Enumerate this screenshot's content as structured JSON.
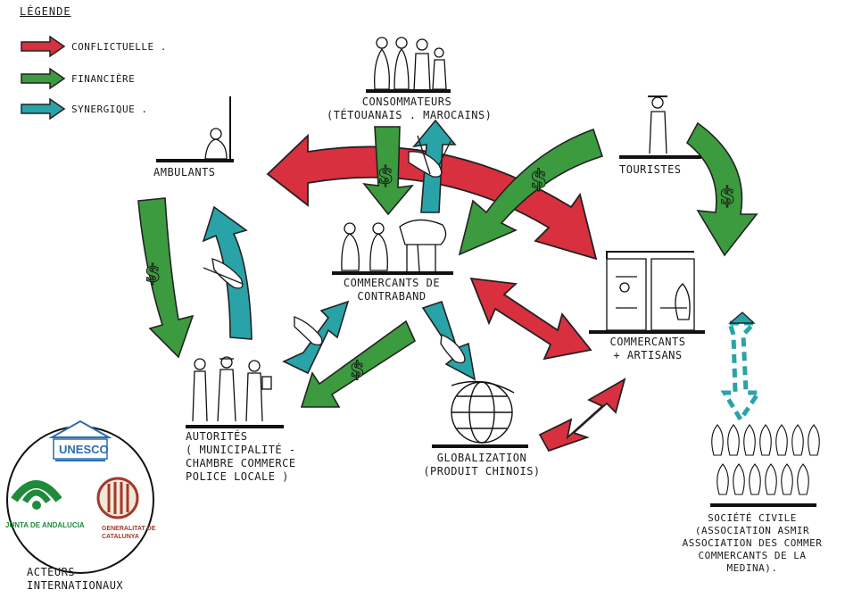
{
  "legend": {
    "title": "LÉGENDE",
    "items": [
      {
        "label": "CONFLICTUELLE .",
        "color": "#d8303f"
      },
      {
        "label": "financière",
        "color": "#3c9a3f"
      },
      {
        "label": "SYNERGIQUE .",
        "color": "#2aa3a8"
      }
    ]
  },
  "nodes": {
    "consommateurs": {
      "line1": "CONSOMMATEURS",
      "line2": "(TÉTOUANAIS . MAROCAINS)"
    },
    "ambulants": {
      "line1": "AMBULANTS"
    },
    "touristes": {
      "line1": "TOURISTES"
    },
    "commercants_contraband": {
      "line1": "COMMERCANTS DE",
      "line2": "CONTRABAND"
    },
    "commercants_artisans": {
      "line1": "COMMERCANTS",
      "line2": "+ ARTISANS"
    },
    "autorites": {
      "line1": "AUTORITÉS",
      "line2": "( MUNICIPALITÉ -",
      "line3": "CHAMBRE COMMERCE",
      "line4": "POLICE LOCALE )"
    },
    "globalization": {
      "line1": "GLOBALIZATION",
      "line2": "(PRODUIT CHINOIS)"
    },
    "societe_civile": {
      "line1": "SOCIÉTÉ CIVILE",
      "line2": "(ASSOCIATION ASMIR",
      "line3": "ASSOCIATION DES COMMER",
      "line4": "COMMERCANTS DE LA",
      "line5": "MEDINA)."
    }
  },
  "acteurs": {
    "line1": "ACTEURS",
    "line2": "INTERNATIONAUX",
    "unesco": "UNESCO",
    "andalucia": "JUNTA DE ANDALUCIA",
    "catalunya": "GENERALITAT DE CATALUNYA"
  },
  "symbols": {
    "dollar": "$"
  },
  "colors": {
    "conflict": "#d8303f",
    "financial": "#3c9a3f",
    "synergy": "#2aa3a8",
    "ink": "#1a1a1a"
  }
}
